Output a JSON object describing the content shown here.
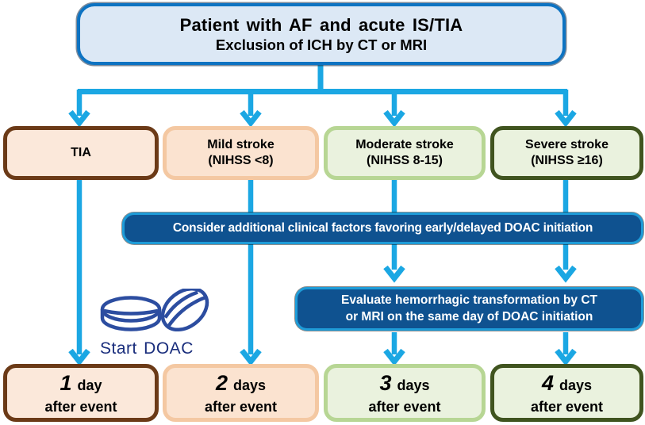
{
  "header": {
    "title": "Patient with AF and acute IS/TIA",
    "subtitle": "Exclusion of ICH by CT or MRI"
  },
  "categories": [
    {
      "name": "tia",
      "line1": "TIA",
      "line2": ""
    },
    {
      "name": "mild",
      "line1": "Mild stroke",
      "line2": "(NIHSS <8)"
    },
    {
      "name": "moderate",
      "line1": "Moderate stroke",
      "line2": "(NIHSS 8-15)"
    },
    {
      "name": "severe",
      "line1": "Severe stroke",
      "line2": "(NIHSS ≥16)"
    }
  ],
  "banners": {
    "factors": "Consider additional clinical factors favoring early/delayed DOAC initiation",
    "hemorrhage_line1": "Evaluate hemorrhagic transformation by CT",
    "hemorrhage_line2": "or MRI on the same day of DOAC initiation"
  },
  "start_doac": {
    "label": "Start DOAC"
  },
  "outcomes": [
    {
      "number": "1",
      "unit": "day",
      "suffix": "after event"
    },
    {
      "number": "2",
      "unit": "days",
      "suffix": "after event"
    },
    {
      "number": "3",
      "unit": "days",
      "suffix": "after event"
    },
    {
      "number": "4",
      "unit": "days",
      "suffix": "after event"
    }
  ],
  "colors": {
    "arrow": "#1BA7E3",
    "banner_fill": "#0F5290",
    "banner_border": "#1E9CD8",
    "header_fill": "#DCE8F5",
    "header_border": "#0D73C2",
    "tia_border": "#6B3A17",
    "tia_fill": "#FBE8DA",
    "mild_border": "#F4C8A2",
    "mild_fill": "#FBE3D0",
    "moderate_border": "#B7D694",
    "moderate_fill": "#EAF2DE",
    "severe_border": "#40541F",
    "severe_fill": "#EAF2DE",
    "start_doac_text": "#192D7C",
    "pill_outline": "#2C4DA0"
  }
}
